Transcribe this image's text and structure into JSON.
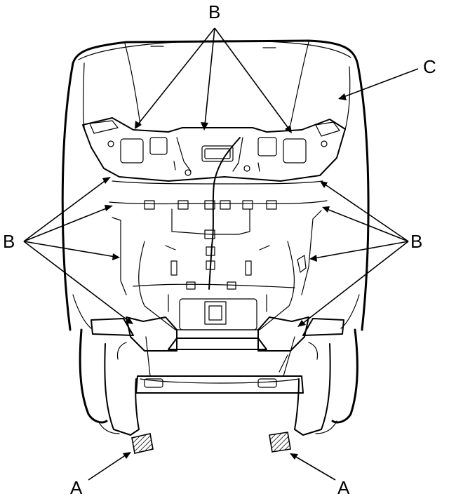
{
  "labels": {
    "top_b": "B",
    "c": "C",
    "left_b": "B",
    "right_b": "B",
    "left_a": "A",
    "right_a": "A"
  },
  "colors": {
    "line": "#000000",
    "background": "#ffffff"
  }
}
